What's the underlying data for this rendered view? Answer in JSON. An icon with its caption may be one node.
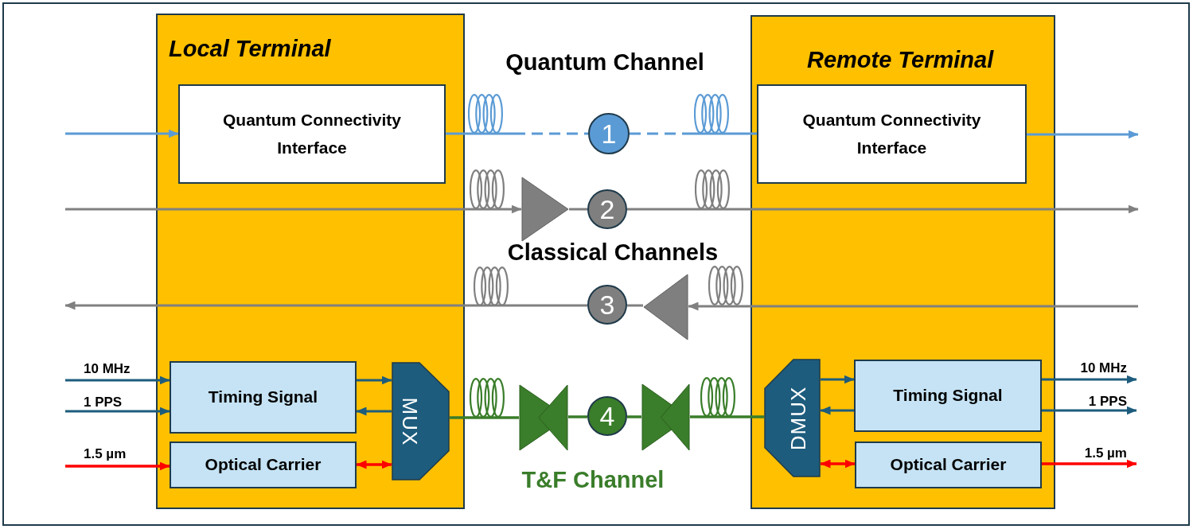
{
  "diagram": {
    "nodes": [
      {
        "text": [
          "Local Terminal"
        ]
      },
      {
        "text": [
          "Quantum Connectivity Interface"
        ],
        "in": 0
      },
      {
        "text": [
          "Timing Signal"
        ],
        "in": 0
      },
      {
        "text": [
          "Optical Carrier"
        ],
        "in": 0
      },
      {
        "text": [
          "MUX"
        ],
        "in": 0
      },
      {
        "text": [
          "Remote Terminal"
        ]
      },
      {
        "text": [
          "Quantum Connectivity Interface"
        ],
        "in": 5
      },
      {
        "text": [
          "DMUX"
        ],
        "in": 5
      },
      {
        "text": [
          "Timing Signal"
        ],
        "in": 5
      },
      {
        "text": [
          "Optical Carrier"
        ],
        "in": 5
      },
      {
        "text": [
          "1"
        ]
      },
      {
        "text": [
          "2"
        ]
      },
      {
        "text": [
          "3"
        ]
      },
      {
        "text": [
          "4"
        ]
      },
      {
        "text": [],
        "shape": "triangle"
      },
      {
        "text": [],
        "shape": "triangle"
      },
      {
        "text": [],
        "shape": "bowtie"
      },
      {
        "text": [],
        "shape": "bowtie"
      }
    ],
    "edges": [
      {
        "from": null,
        "to": 1,
        "arrow": "to",
        "color": "#5b9bd5"
      },
      {
        "from": 1,
        "to": 10,
        "arrow": "none",
        "style": "dashed",
        "color": "#5b9bd5"
      },
      {
        "from": 10,
        "to": 6,
        "arrow": "none",
        "style": "dashed",
        "color": "#5b9bd5"
      },
      {
        "from": 6,
        "to": null,
        "arrow": "to",
        "color": "#5b9bd5"
      },
      {
        "from": null,
        "to": 14,
        "arrow": "to",
        "color": "#808080"
      },
      {
        "from": 14,
        "to": 11,
        "arrow": "none",
        "color": "#808080"
      },
      {
        "from": 11,
        "to": null,
        "arrow": "to",
        "color": "#808080"
      },
      {
        "from": null,
        "to": 15,
        "arrow": "to",
        "color": "#808080"
      },
      {
        "from": 15,
        "to": 12,
        "arrow": "none",
        "color": "#808080"
      },
      {
        "from": 12,
        "to": null,
        "arrow": "to",
        "color": "#808080"
      },
      {
        "from": 4,
        "to": 16,
        "arrow": "none",
        "color": "#3a7d2a"
      },
      {
        "from": 16,
        "to": 13,
        "arrow": "none",
        "color": "#3a7d2a"
      },
      {
        "from": 13,
        "to": 17,
        "arrow": "none",
        "color": "#3a7d2a"
      },
      {
        "from": 17,
        "to": 7,
        "arrow": "none",
        "color": "#3a7d2a"
      },
      {
        "from": null,
        "to": 2,
        "arrow": "to",
        "label": "10 MHz"
      },
      {
        "from": null,
        "to": 2,
        "arrow": "to",
        "label": "1 PPS"
      },
      {
        "from": null,
        "to": 3,
        "arrow": "to",
        "label": "1.5 µm",
        "color": "#ff0000"
      },
      {
        "from": 2,
        "to": 4,
        "arrow": "to"
      },
      {
        "from": 4,
        "to": 2,
        "arrow": "to"
      },
      {
        "from": 3,
        "to": 4,
        "arrow": "both",
        "color": "#ff0000"
      },
      {
        "from": 7,
        "to": 8,
        "arrow": "to"
      },
      {
        "from": 8,
        "to": 7,
        "arrow": "to"
      },
      {
        "from": 7,
        "to": 9,
        "arrow": "both",
        "color": "#ff0000"
      },
      {
        "from": 8,
        "to": null,
        "arrow": "to",
        "label": "10 MHz"
      },
      {
        "from": 8,
        "to": null,
        "arrow": "to",
        "label": "1 PPS"
      },
      {
        "from": 9,
        "to": null,
        "arrow": "to",
        "label": "1.5 µm",
        "color": "#ff0000"
      }
    ],
    "labels": [
      "Quantum Channel",
      "Classical Channels",
      "T&F Channel"
    ]
  }
}
